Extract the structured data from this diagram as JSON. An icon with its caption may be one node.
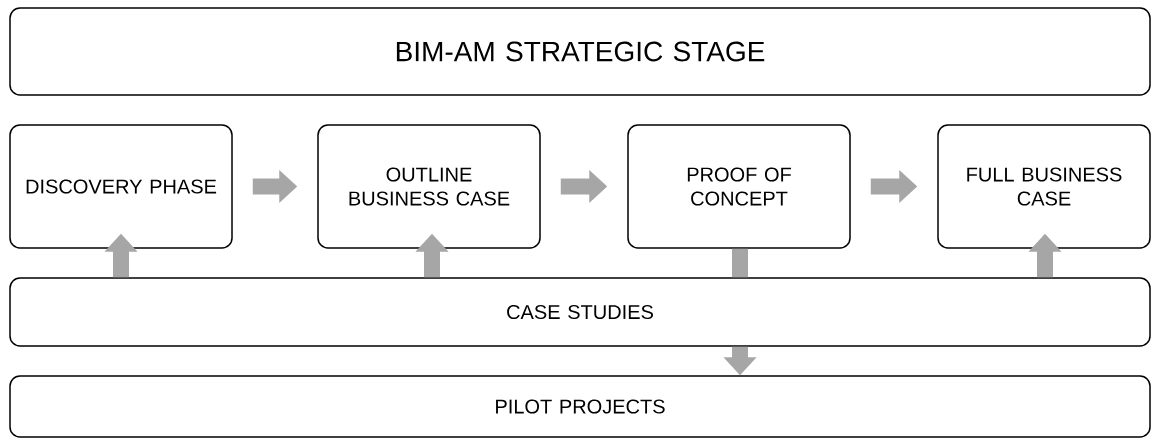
{
  "diagram": {
    "nodes": [
      {
        "text": [
          "BIM-AM STRATEGIC STAGE"
        ]
      },
      {
        "text": [
          "DISCOVERY PHASE"
        ]
      },
      {
        "text": [
          "OUTLINE BUSINESS CASE"
        ]
      },
      {
        "text": [
          "PROOF OF CONCEPT"
        ]
      },
      {
        "text": [
          "FULL BUSINESS CASE"
        ]
      },
      {
        "text": [
          "CASE STUDIES"
        ]
      },
      {
        "text": [
          "PILOT PROJECTS"
        ]
      }
    ],
    "edges": [
      {
        "from": 1,
        "to": 2,
        "arrow": "to"
      },
      {
        "from": 2,
        "to": 3,
        "arrow": "to"
      },
      {
        "from": 3,
        "to": 4,
        "arrow": "to"
      },
      {
        "from": 5,
        "to": 1,
        "arrow": "to"
      },
      {
        "from": 5,
        "to": 2,
        "arrow": "to"
      },
      {
        "from": 5,
        "to": 4,
        "arrow": "to"
      },
      {
        "from": 3,
        "to": 5,
        "arrow": "none"
      },
      {
        "from": 5,
        "to": 6,
        "arrow": "to"
      }
    ]
  }
}
